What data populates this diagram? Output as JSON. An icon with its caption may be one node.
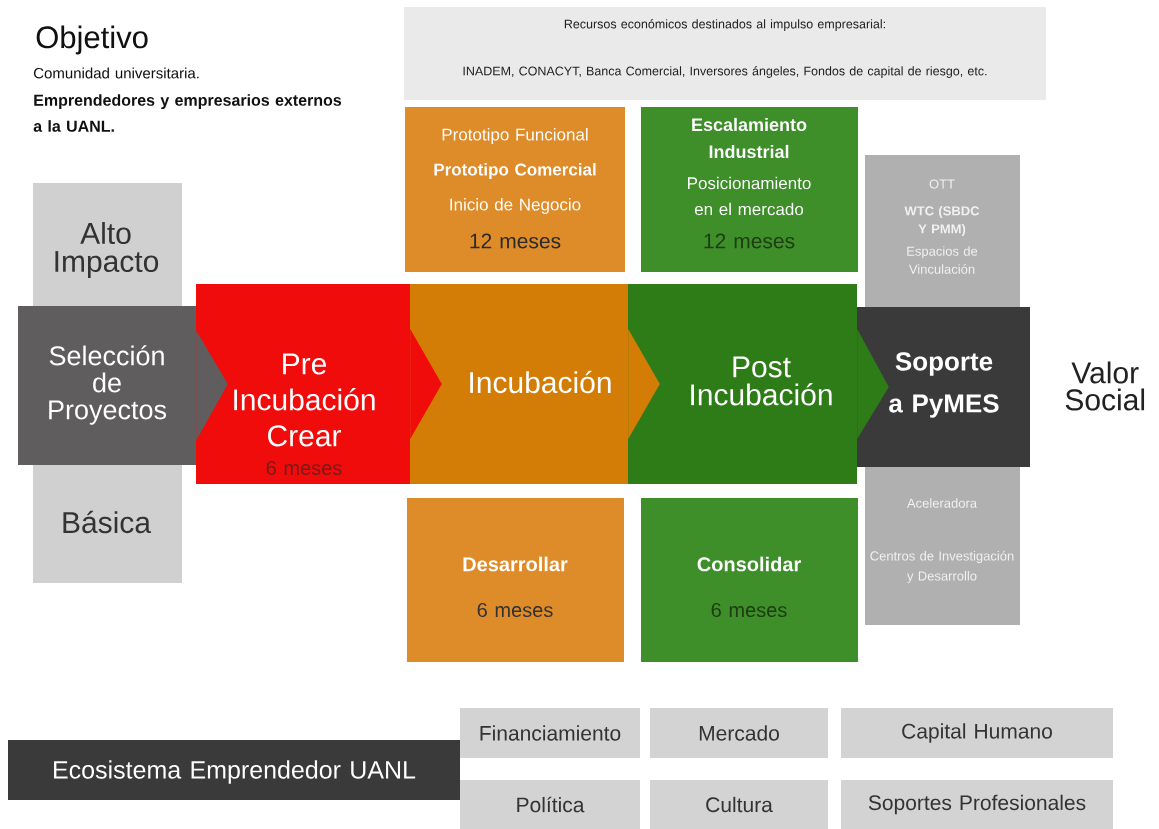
{
  "diagram": {
    "nodes": [
      {
        "text": [
          "Recursos  económicos destinados al impulso empresarial:",
          "INADEM, CONACYT, Banca Comercial, Inversores ángeles, Fondos de capital de riesgo, etc."
        ]
      },
      {
        "text": [
          "Prototipo Funcional",
          "Prototipo Comercial",
          "Inicio de Negocio",
          "12 meses"
        ]
      },
      {
        "text": [
          "Escalamiento Industrial",
          "Posicionamiento en el mercado",
          "12 meses"
        ]
      },
      {
        "text": [
          "Alto Impacto",
          "Básica"
        ]
      },
      {
        "text": [
          "Selección de Proyectos"
        ]
      },
      {
        "text": [
          "Pre Incubación Crear",
          "6 meses"
        ]
      },
      {
        "text": [
          "Incubación"
        ]
      },
      {
        "text": [
          "Post Incubación"
        ]
      },
      {
        "text": [
          "OTT",
          "WTC (SBDC Y PMM)",
          "Espacios de Vinculación",
          "Aceleradora",
          "Centros de Investigación y Desarrollo"
        ]
      },
      {
        "text": [
          "Soporte a PyMES"
        ]
      },
      {
        "text": [
          "Desarrollar",
          "6 meses"
        ]
      },
      {
        "text": [
          "Consolidar",
          "6 meses"
        ]
      },
      {
        "text": [
          "Ecosistema  Emprendedor UANL"
        ]
      },
      {
        "text": [
          "Financiamiento"
        ]
      },
      {
        "text": [
          "Mercado"
        ]
      },
      {
        "text": [
          "Capital Humano"
        ]
      },
      {
        "text": [
          "Política"
        ]
      },
      {
        "text": [
          "Cultura"
        ]
      },
      {
        "text": [
          "Soportes Profesionales"
        ]
      }
    ],
    "edges": [
      {
        "from": 4,
        "to": 5,
        "arrow": "to"
      },
      {
        "from": 5,
        "to": 6,
        "arrow": "to"
      },
      {
        "from": 6,
        "to": 7,
        "arrow": "to"
      },
      {
        "from": 7,
        "to": 9,
        "arrow": "to"
      }
    ],
    "labels": [
      "Objetivo",
      "Comunidad universitaria.",
      "Emprendedores y empresarios externos a la UANL.",
      "Valor Social"
    ]
  }
}
